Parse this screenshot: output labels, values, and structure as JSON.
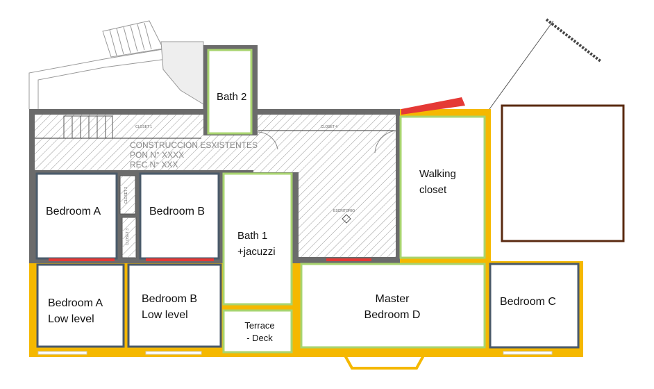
{
  "rooms": {
    "bath2": "Bath 2",
    "walking_closet": [
      "Walking",
      "closet"
    ],
    "bedroom_a": "Bedroom A",
    "bedroom_b": "Bedroom B",
    "bath1": [
      "Bath 1",
      "+jacuzzi"
    ],
    "bedroom_a_low": [
      "Bedroom A",
      "Low level"
    ],
    "bedroom_b_low": [
      "Bedroom B",
      "Low level"
    ],
    "terrace": [
      "Terrace",
      "- Deck"
    ],
    "master": [
      "Master",
      "Bedroom D"
    ],
    "bedroom_c": "Bedroom C"
  },
  "existing_note": [
    "CONSTRUCCION ESXISTENTES",
    "PON N° XXXX",
    "REC N° XXX"
  ],
  "small_labels": {
    "closet1": "CLOSET 1",
    "closet4": "CLOSET 4",
    "closet2": "CLOSET 2",
    "closet3": "CLOSET 3",
    "escritorio": "ESCRITORIO"
  },
  "colors": {
    "wall": "#6b6b6b",
    "new_room": "#a8d46f",
    "existing_room": "#4a5a6a",
    "extension": "#f5b800",
    "annex": "#5a2a10",
    "demolition": "#e53935"
  }
}
